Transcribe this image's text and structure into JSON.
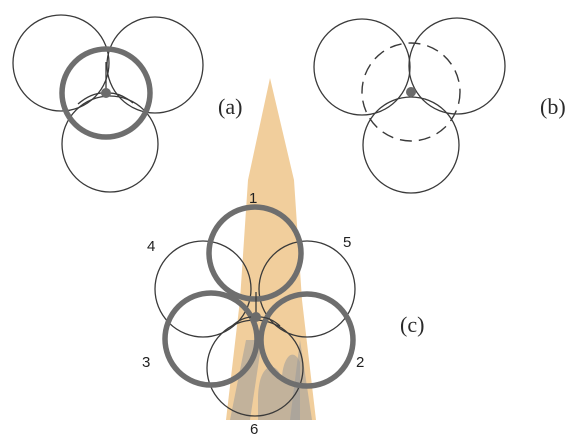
{
  "panels": {
    "a": {
      "label": "(a)"
    },
    "b": {
      "label": "(b)"
    },
    "c": {
      "label": "(c)",
      "numbers": [
        "1",
        "2",
        "3",
        "4",
        "5",
        "6"
      ]
    }
  },
  "colors": {
    "thin_line": "#3a3a3a",
    "thick_line": "#6e6e6e",
    "watermark": "#e6a64a"
  },
  "watermark": {
    "icon": "temple-spire-watermark-icon"
  }
}
